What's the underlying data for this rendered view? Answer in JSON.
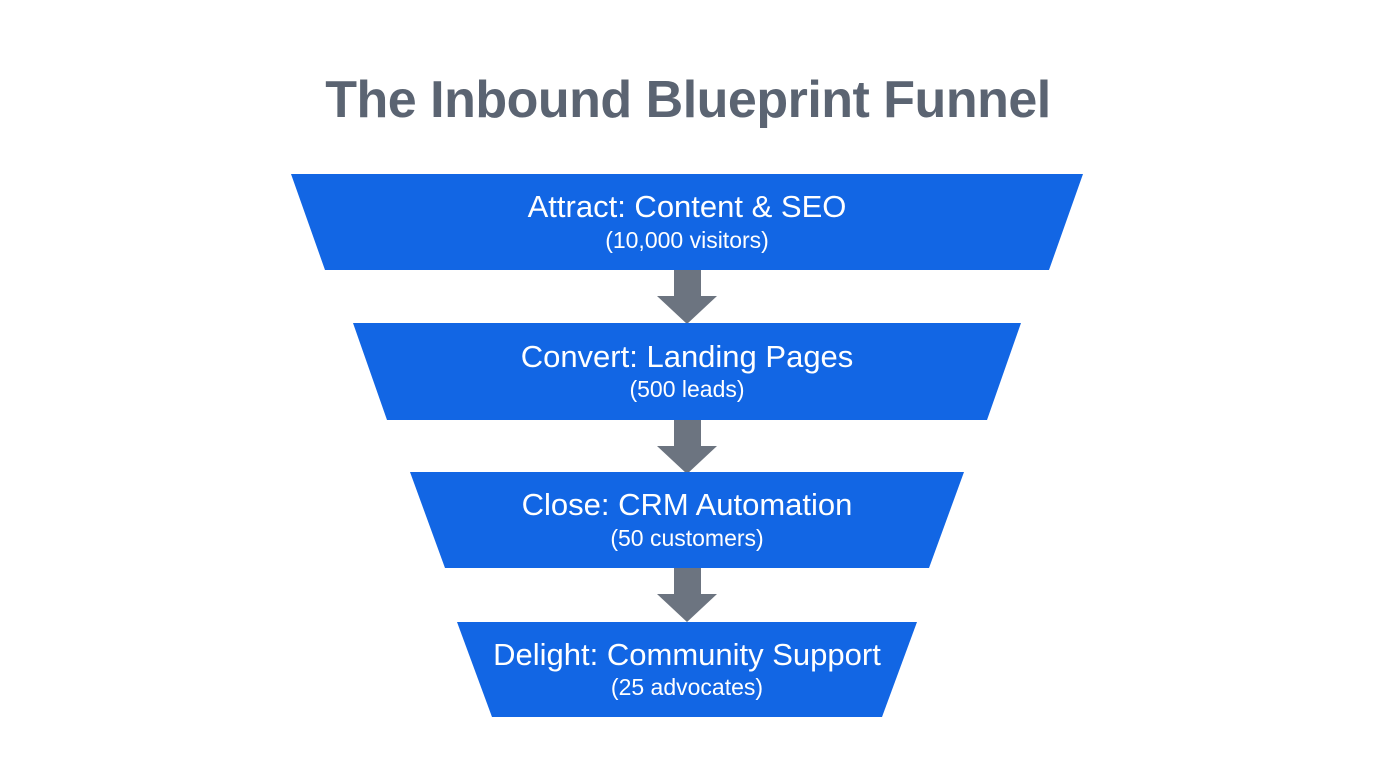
{
  "title": "The Inbound Blueprint Funnel",
  "funnel": {
    "stages": [
      {
        "label": "Attract: Content & SEO",
        "value": "(10,000 visitors)"
      },
      {
        "label": "Convert: Landing Pages",
        "value": "(500 leads)"
      },
      {
        "label": "Close: CRM Automation",
        "value": "(50 customers)"
      },
      {
        "label": "Delight: Community Support",
        "value": "(25 advocates)"
      }
    ]
  },
  "colors": {
    "stage_blue": "#1266E4",
    "arrow_gray": "#6C7480",
    "title_gray": "#5B6472",
    "stage_text": "#FFFFFF",
    "background": "#FFFFFF"
  },
  "chart_data": {
    "type": "funnel",
    "title": "The Inbound Blueprint Funnel",
    "categories": [
      "Attract: Content & SEO",
      "Convert: Landing Pages",
      "Close: CRM Automation",
      "Delight: Community Support"
    ],
    "values": [
      10000,
      500,
      50,
      25
    ],
    "value_labels": [
      "(10,000 visitors)",
      "(500 leads)",
      "(50 customers)",
      "(25 advocates)"
    ],
    "orientation": "top-wide-to-bottom-narrow",
    "legend": "none",
    "grid": false
  }
}
